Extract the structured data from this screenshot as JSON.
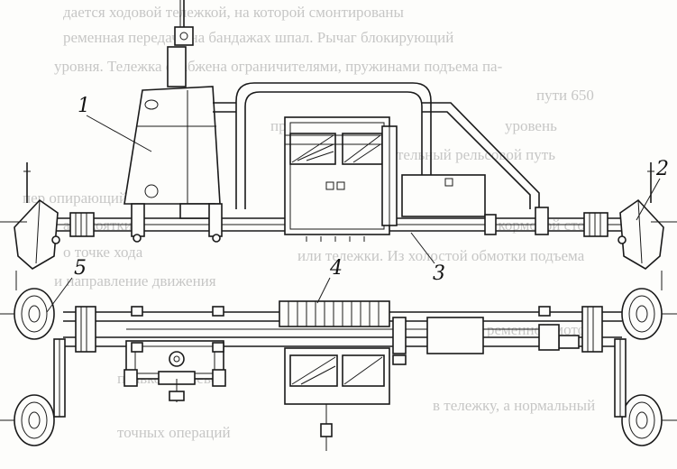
{
  "figure": {
    "callouts": [
      "1",
      "2",
      "3",
      "4",
      "5"
    ]
  },
  "background_text": [
    "дается ходовой тележкой, на которой смонтированы",
    "ременная передача на бандажах шпал. Рычаг блокирующий",
    "уровня. Тележка снабжена ограничителями, пружинами подъема па-",
    "пути 650",
    "прокладчики",
    "уровень",
    "тельный рельсовой путь",
    "пер опирающийся",
    "а рукоятки",
    "к кормовой стойке",
    "о точке хода",
    "или тележки. Из холостой обмотки подъема",
    "и направление движения",
    "ременной мотор",
    "правкой полевой",
    "в тележку, а нормальный",
    "точных операций"
  ]
}
